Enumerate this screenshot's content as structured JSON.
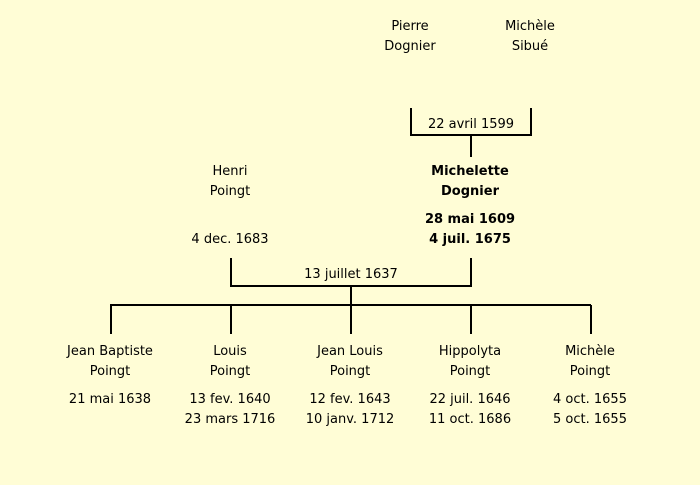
{
  "colors": {
    "background": "#fffdd6",
    "line": "#000000",
    "text": "#000000"
  },
  "grandparents": {
    "father": {
      "given": "Pierre",
      "surname": "Dognier"
    },
    "mother": {
      "given": "Michèle",
      "surname": "Sibué"
    },
    "marriage": "22 avril 1599"
  },
  "parents": {
    "father": {
      "given": "Henri",
      "surname": "Poingt",
      "death": "4 dec. 1683"
    },
    "mother": {
      "given": "Michelette",
      "surname": "Dognier",
      "birth": "28 mai 1609",
      "death": "4 juil. 1675"
    },
    "marriage": "13 juillet 1637"
  },
  "children": [
    {
      "given": "Jean Baptiste",
      "surname": "Poingt",
      "birth": "21 mai 1638",
      "death": ""
    },
    {
      "given": "Louis",
      "surname": "Poingt",
      "birth": "13 fev. 1640",
      "death": "23 mars 1716"
    },
    {
      "given": "Jean Louis",
      "surname": "Poingt",
      "birth": "12 fev. 1643",
      "death": "10 janv. 1712"
    },
    {
      "given": "Hippolyta",
      "surname": "Poingt",
      "birth": "22 juil. 1646",
      "death": "11 oct. 1686"
    },
    {
      "given": "Michèle",
      "surname": "Poingt",
      "birth": "4 oct. 1655",
      "death": "5 oct. 1655"
    }
  ]
}
